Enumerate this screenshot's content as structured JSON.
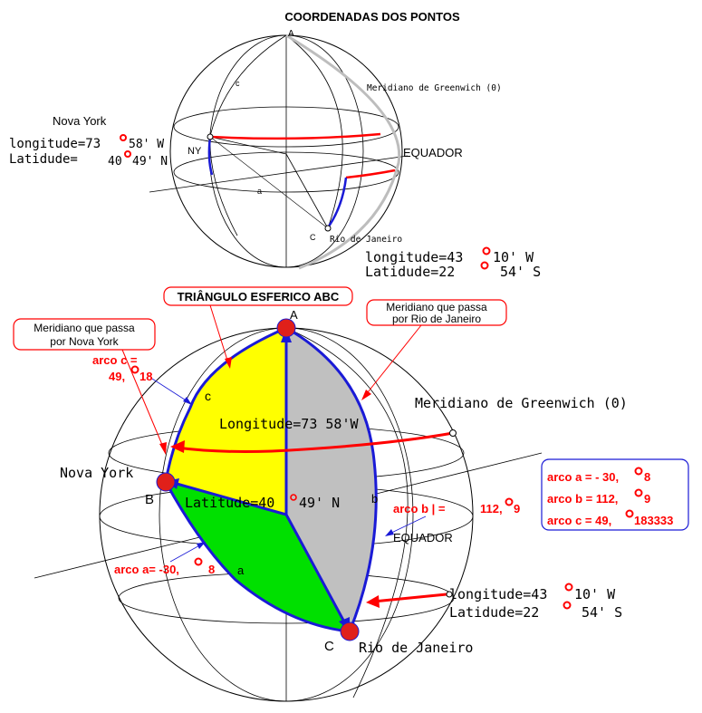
{
  "top": {
    "title": "COORDENADAS DOS PONTOS",
    "label_A": "A",
    "label_c": "c",
    "label_a": "a",
    "label_NY": "NY",
    "label_C": "C",
    "greenwich": "Meridiano de Greenwich (0)",
    "equador": "EQUADOR",
    "rio": "Rio de Janeiro",
    "ny_name": "Nova York",
    "ny_longitude": "longitude=73",
    "ny_longitude_min": "58' W",
    "ny_latitude": "Latidude=",
    "ny_latitude_deg": "40",
    "ny_latitude_min": "49' N",
    "rio_longitude": "longitude=43",
    "rio_longitude_min": "10' W",
    "rio_latitude": "Latidude=22",
    "rio_latitude_min": "54' S"
  },
  "bottom": {
    "triangle_title": "TRIÂNGULO ESFERICO  ABC",
    "callout_ny_line1": "Meridiano que passa",
    "callout_ny_line2": "por Nova York",
    "callout_rio_line1": "Meridiano que passa",
    "callout_rio_line2": "por Rio de Janeiro",
    "label_A": "A",
    "label_B": "B",
    "label_C": "C",
    "label_c": "c",
    "label_b": "b",
    "label_a": "a",
    "arco_c_line1": "arco c =",
    "arco_c_line2": "49,",
    "arco_c_line2b": "18",
    "greenwich": "Meridiano de Greenwich (0)",
    "longitude_text": "Longitude=73  58'W",
    "ny_name": "Nova York",
    "latitude_text": "Latitude=40",
    "latitude_min": "49' N",
    "arco_b_text": "arco b  | =",
    "arco_b_value": "112,",
    "arco_b_value_b": "9",
    "equador": "EQUADOR",
    "arco_a_text": "arco a= -30,",
    "arco_a_value_b": "8",
    "rio_longitude": "longitude=43",
    "rio_longitude_min": "10' W",
    "rio_latitude": "Latidude=22",
    "rio_latitude_min": "54' S",
    "rio_name": "Rio de Janeiro"
  },
  "summary": {
    "line1": "arco a = - 30,",
    "line1b": "8",
    "line2": "arco b =  112,",
    "line2b": "9",
    "line3": "arco c = 49,",
    "line3b": "183333"
  },
  "colors": {
    "red": "#ff0000",
    "blue": "#1a1ad6",
    "yellow": "#ffff00",
    "green": "#00e000",
    "gray": "#c0c0c0",
    "marker": "#e0201a"
  }
}
